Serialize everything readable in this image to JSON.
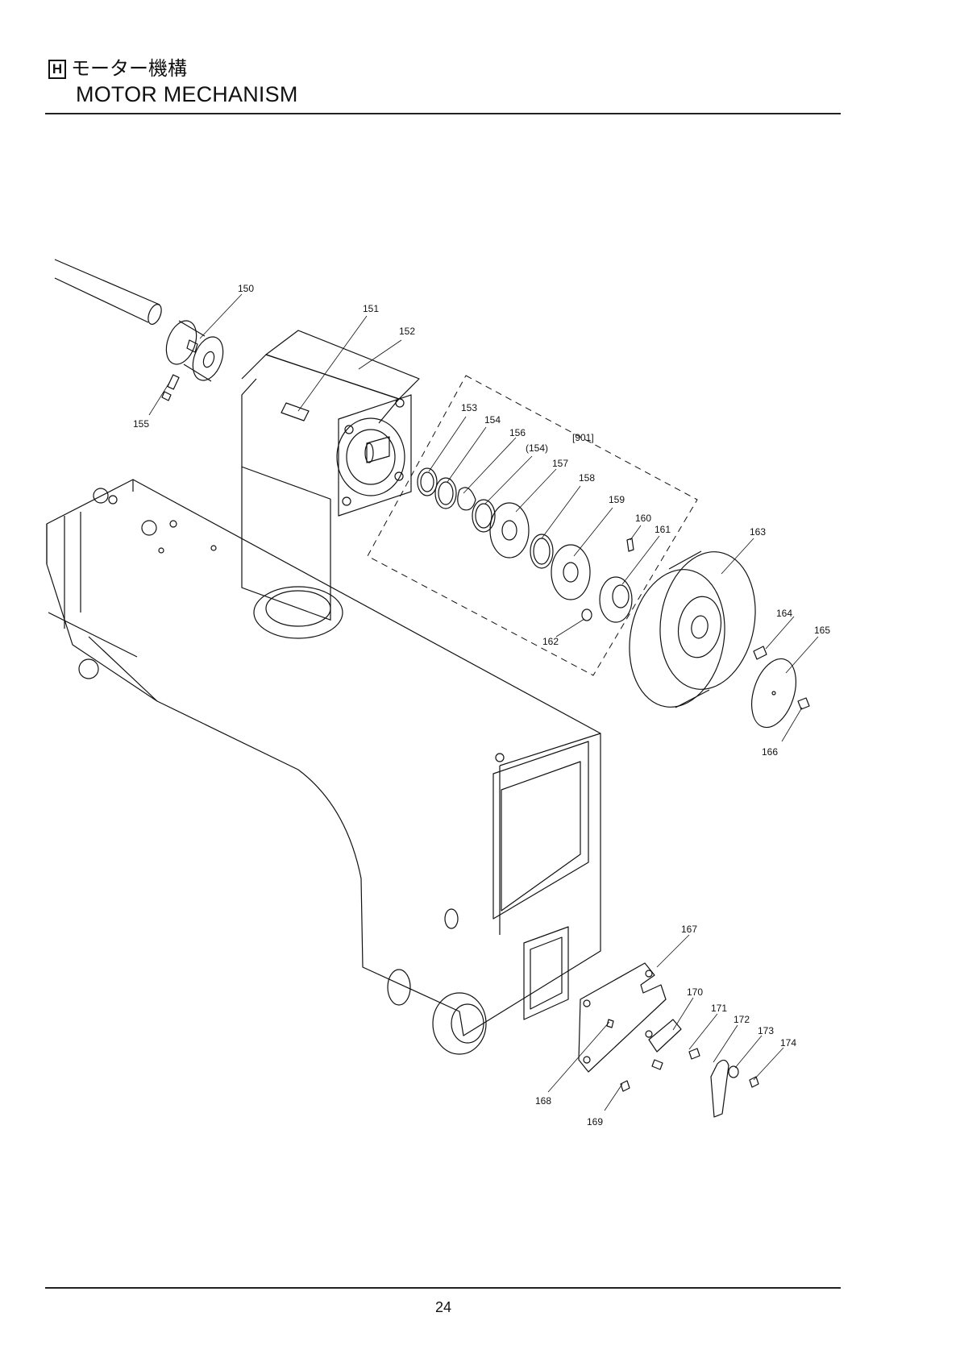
{
  "header": {
    "section_letter": "H",
    "title_jp": "モーター機構",
    "title_en": "MOTOR MECHANISM"
  },
  "diagram": {
    "group_label": "[901]",
    "callouts": [
      "150",
      "151",
      "152",
      "153",
      "154",
      "156",
      "(154)",
      "157",
      "158",
      "159",
      "160",
      "161",
      "162",
      "155",
      "163",
      "164",
      "165",
      "166",
      "167",
      "168",
      "169",
      "170",
      "171",
      "172",
      "173",
      "174"
    ]
  },
  "footer": {
    "page_number": "24"
  }
}
